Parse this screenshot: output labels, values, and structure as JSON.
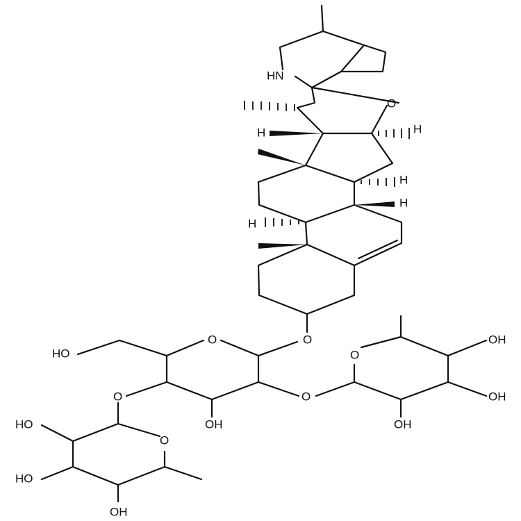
{
  "diagram": {
    "ink_color": "#111111",
    "background_color": "#ffffff",
    "labels": {
      "nh": "HN",
      "o_spiro": "O",
      "h_c16": "H",
      "h_c14": "H",
      "h_c8": "H",
      "h_c9": "H",
      "h_c17": "H",
      "o_glyco": "O",
      "o_ring_glc": "O",
      "o_ring_rha1": "O",
      "o_ring_rha2": "O",
      "o_link1": "O",
      "o_link2": "O",
      "oh_glc_ch2": "HO",
      "oh_glc": "OH",
      "oh_rha1_a": "OH",
      "oh_rha1_b": "OH",
      "oh_rha1_c": "OH",
      "oh_rha2_a": "HO",
      "oh_rha2_b": "HO",
      "oh_rha2_c": "OH"
    }
  }
}
